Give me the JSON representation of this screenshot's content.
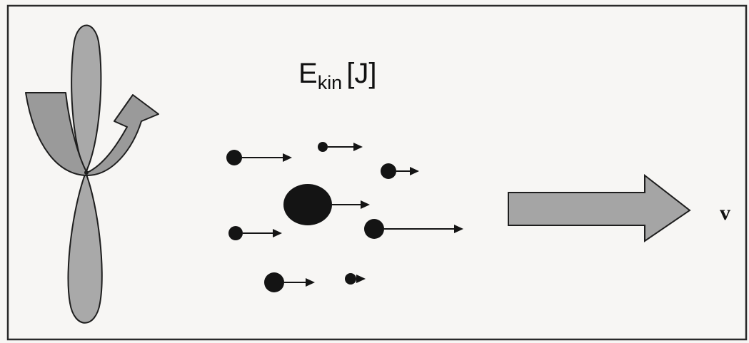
{
  "title": {
    "main": "E",
    "subscript": "kin",
    "unit": "[J]"
  },
  "velocity_label": "v",
  "colors": {
    "background": "#f7f6f4",
    "frame": "#2a2a2a",
    "blade_fill": "#a9a9a9",
    "curved_arrow_fill": "#9a9a9a",
    "block_arrow_fill": "#a5a5a5",
    "outline": "#1e1e1e",
    "particle": "#141414"
  },
  "icons": [
    "turbine-rotor",
    "curved-rotation-arrow",
    "velocity-block-arrow"
  ]
}
